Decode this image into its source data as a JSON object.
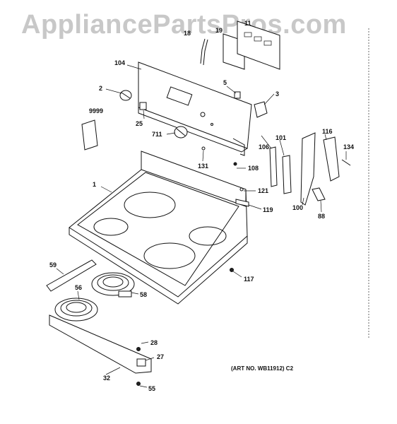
{
  "watermark": "AppliancePartsPros.com",
  "art_number": "(ART NO. WB11912) C2",
  "callouts": {
    "p104": "104",
    "p_bar_top": "18",
    "p_board_top": "19",
    "p_glass_top": "11",
    "p2": "2",
    "p5": "5",
    "p3": "3",
    "p9999": "9999",
    "p25": "25",
    "p711": "711",
    "p131": "131",
    "p106": "106",
    "p101": "101",
    "p116": "116",
    "p134": "134",
    "p108": "108",
    "p1": "1",
    "p121": "121",
    "p119": "119",
    "p100": "100",
    "p88": "88",
    "p59": "59",
    "p56": "56",
    "p58": "58",
    "p117": "117",
    "p28": "28",
    "p27": "27",
    "p32": "32",
    "p55": "55"
  }
}
